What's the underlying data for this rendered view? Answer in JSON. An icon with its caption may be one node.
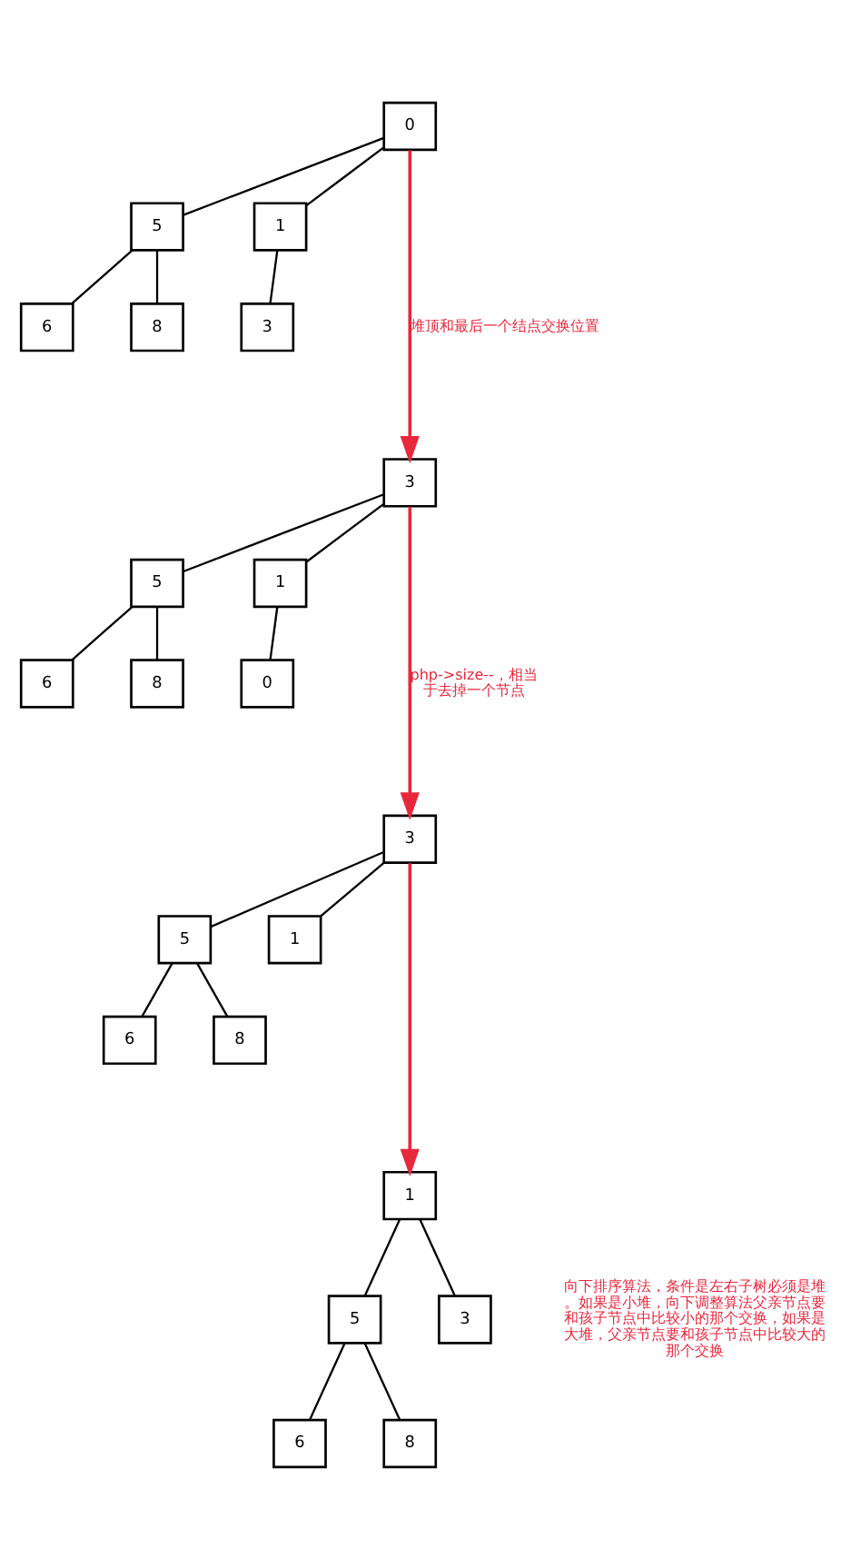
{
  "diagram": {
    "nodes": [
      {
        "text": [
          "0"
        ]
      },
      {
        "text": [
          "5"
        ]
      },
      {
        "text": [
          "1"
        ]
      },
      {
        "text": [
          "6"
        ]
      },
      {
        "text": [
          "8"
        ]
      },
      {
        "text": [
          "3"
        ]
      },
      {
        "text": [
          "3"
        ]
      },
      {
        "text": [
          "5"
        ]
      },
      {
        "text": [
          "1"
        ]
      },
      {
        "text": [
          "6"
        ]
      },
      {
        "text": [
          "8"
        ]
      },
      {
        "text": [
          "0"
        ]
      },
      {
        "text": [
          "3"
        ]
      },
      {
        "text": [
          "5"
        ]
      },
      {
        "text": [
          "1"
        ]
      },
      {
        "text": [
          "6"
        ]
      },
      {
        "text": [
          "8"
        ]
      },
      {
        "text": [
          "1"
        ]
      },
      {
        "text": [
          "5"
        ]
      },
      {
        "text": [
          "3"
        ]
      },
      {
        "text": [
          "6"
        ]
      },
      {
        "text": [
          "8"
        ]
      }
    ],
    "edges": [
      {
        "from": 0,
        "to": 1,
        "arrow": "none"
      },
      {
        "from": 0,
        "to": 2,
        "arrow": "none"
      },
      {
        "from": 1,
        "to": 3,
        "arrow": "none"
      },
      {
        "from": 1,
        "to": 4,
        "arrow": "none"
      },
      {
        "from": 2,
        "to": 5,
        "arrow": "none"
      },
      {
        "from": 0,
        "to": 6,
        "arrow": "to",
        "label": "堆顶和最后一个结点交换位置",
        "color": "#e8283c"
      },
      {
        "from": 6,
        "to": 7,
        "arrow": "none"
      },
      {
        "from": 6,
        "to": 8,
        "arrow": "none"
      },
      {
        "from": 7,
        "to": 9,
        "arrow": "none"
      },
      {
        "from": 7,
        "to": 10,
        "arrow": "none"
      },
      {
        "from": 8,
        "to": 11,
        "arrow": "none"
      },
      {
        "from": 6,
        "to": 12,
        "arrow": "to",
        "label": "php->size--，相当于去掉一个节点",
        "color": "#e8283c"
      },
      {
        "from": 12,
        "to": 13,
        "arrow": "none"
      },
      {
        "from": 12,
        "to": 14,
        "arrow": "none"
      },
      {
        "from": 13,
        "to": 15,
        "arrow": "none"
      },
      {
        "from": 13,
        "to": 16,
        "arrow": "none"
      },
      {
        "from": 12,
        "to": 17,
        "arrow": "to",
        "color": "#e8283c"
      },
      {
        "from": 17,
        "to": 18,
        "arrow": "none"
      },
      {
        "from": 17,
        "to": 19,
        "arrow": "none"
      },
      {
        "from": 18,
        "to": 20,
        "arrow": "none"
      },
      {
        "from": 18,
        "to": 21,
        "arrow": "none"
      }
    ],
    "labels": [
      "向下排序算法，条件是左右子树必须是堆。如果是小堆，向下调整算法父亲节点要和孩子节点中比较小的那个交换，如果是大堆，父亲节点要和孩子节点中比较大的那个交换"
    ]
  }
}
